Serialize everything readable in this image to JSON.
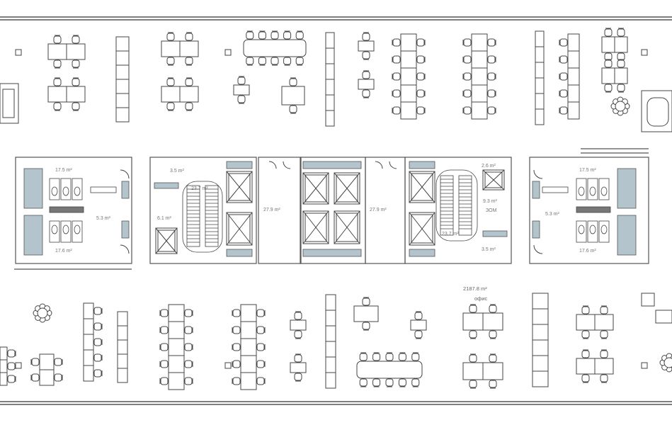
{
  "colors": {
    "wall": "#555555",
    "line": "#444444",
    "elevator_panel": "#b3c4cc",
    "text": "#777777",
    "background": "#ffffff"
  },
  "room_labels": {
    "wc_left_top": "17.5 m²",
    "wc_left_mid": "5.3 m²",
    "wc_left_bottom": "17.6 m²",
    "room_small_top": "3.5 m²",
    "stair_left": "23.7 m²",
    "room_small_left": "6.1 m²",
    "hall_left": "27.9 m²",
    "hall_right": "27.9 m²",
    "room_small_topright": "2.6 m²",
    "room_utility": "9.3 m²",
    "room_utility_name": "ЗОМ",
    "stair_right": "23.7 m²",
    "room_small_bottomright": "3.5 m²",
    "wc_right_top": "17.5 m²",
    "wc_right_mid": "5.3 m²",
    "wc_right_bottom": "17.6 m²",
    "office_area": "2187.8 m²",
    "office_name": "офис"
  },
  "icons": {
    "plant": "plant-icon",
    "desk_cluster": "desk-cluster-icon",
    "cabinet_row": "cabinet-row-icon",
    "elevator": "elevator-icon",
    "stair": "stair-icon",
    "meeting_table": "meeting-table-icon"
  }
}
